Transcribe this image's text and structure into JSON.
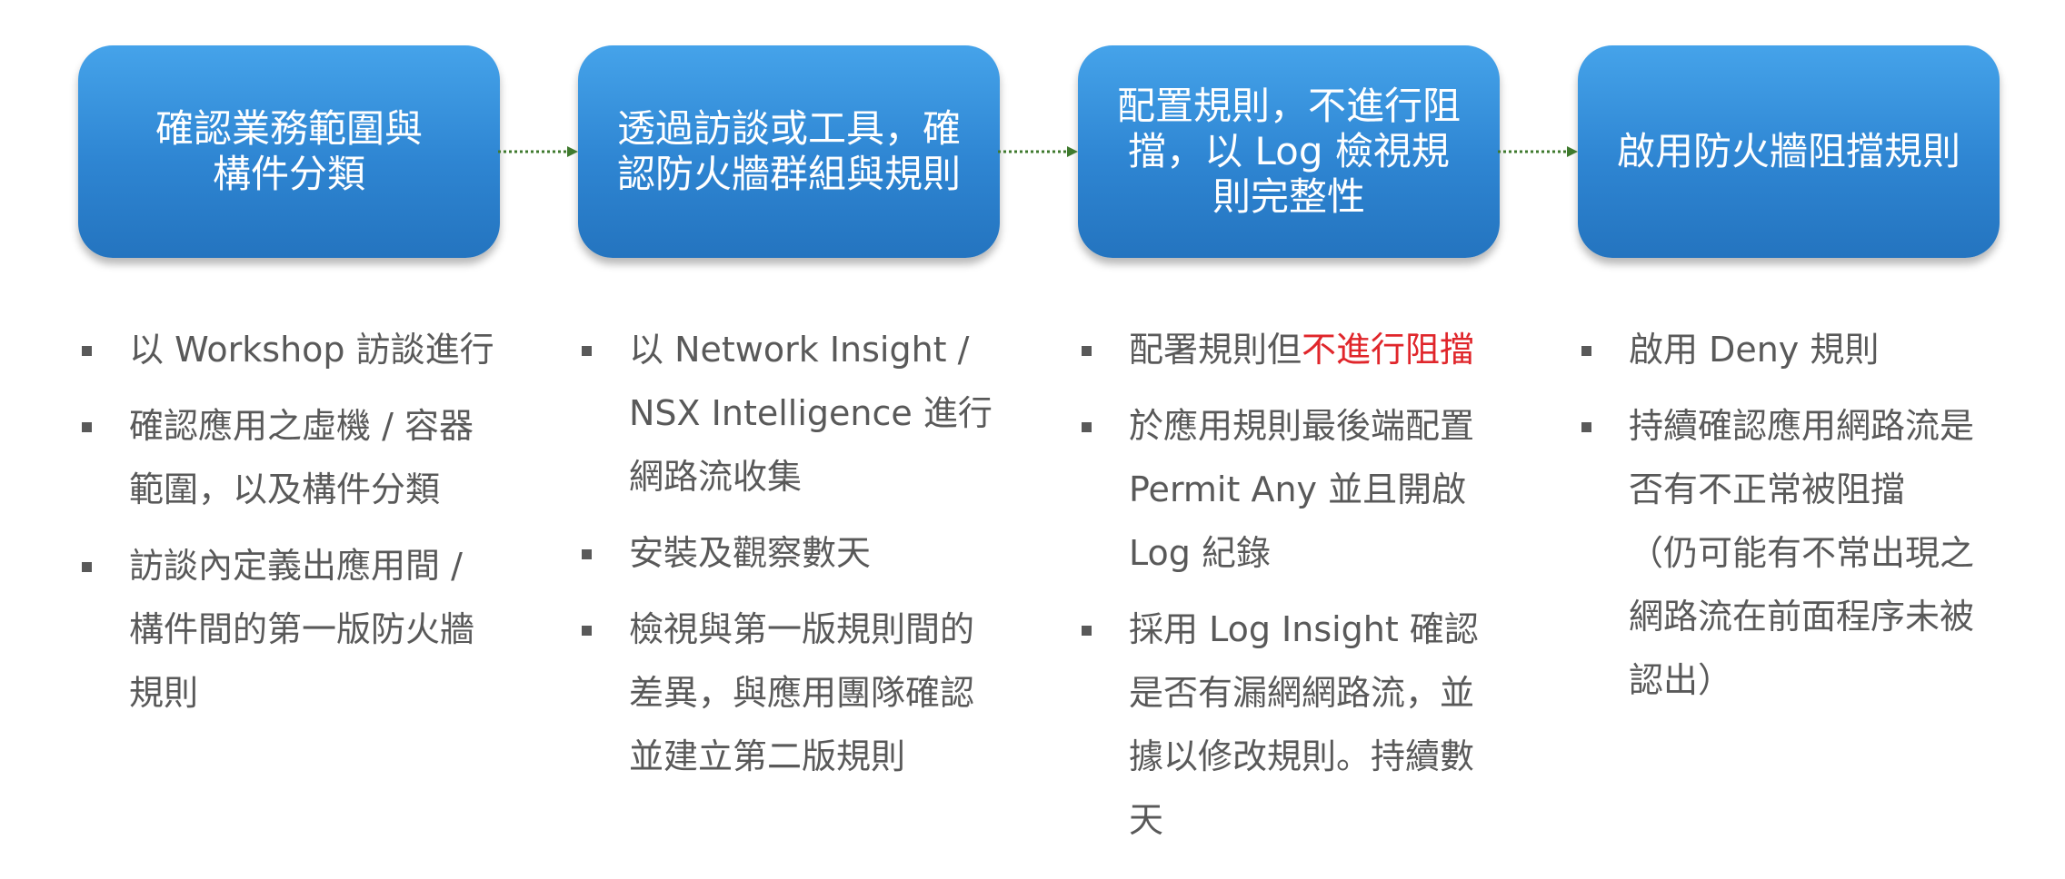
{
  "steps": [
    {
      "title": "確認業務範圍與\n構件分類"
    },
    {
      "title": "透過訪談或工具，確\n認防火牆群組與規則"
    },
    {
      "title": "配置規則，不進行阻\n擋，以 Log 檢視規\n則完整性"
    },
    {
      "title": "啟用防火牆阻擋規則"
    }
  ],
  "details": [
    {
      "items": [
        {
          "text": "以 Workshop 訪談進行"
        },
        {
          "text": "確認應用之虛機 / 容器\n範圍，以及構件分類"
        },
        {
          "text": "訪談內定義出應用間 /\n構件間的第一版防火牆\n規則"
        }
      ]
    },
    {
      "items": [
        {
          "text": "以 Network Insight /\nNSX Intelligence 進行\n網路流收集"
        },
        {
          "text": "安裝及觀察數天"
        },
        {
          "text": "檢視與第一版規則間的\n差異，與應用團隊確認\n並建立第二版規則"
        }
      ]
    },
    {
      "items": [
        {
          "text": "配署規則但",
          "highlight": "不進行阻擋"
        },
        {
          "text": "於應用規則最後端配置\nPermit Any 並且開啟\nLog 紀錄"
        },
        {
          "text": "採用 Log Insight 確認\n是否有漏網網路流，並\n據以修改規則。持續數\n天"
        }
      ]
    },
    {
      "items": [
        {
          "text": "啟用 Deny 規則"
        },
        {
          "text": "持續確認應用網路流是\n否有不正常被阻擋\n（仍可能有不常出現之\n網路流在前面程序未被\n認出）"
        }
      ]
    }
  ],
  "colors": {
    "box_top": "#45a3ea",
    "box_bottom": "#2474bf",
    "connector": "#3f7a2e",
    "body_text": "#595959",
    "highlight": "#e0262b"
  }
}
